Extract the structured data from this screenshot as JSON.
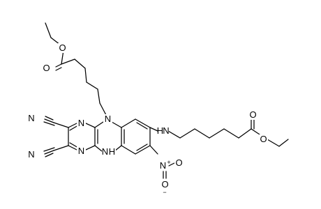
{
  "atoms": {
    "o_ester_top": "O",
    "o_carbonyl_top": "O",
    "n_pyrazine_a": "N",
    "n_pyrazine_b": "N",
    "n_ring_top": "N",
    "n_ring_bottom": "N",
    "h_ring_bottom": "H",
    "n_cn_top": "N",
    "n_cn_bottom": "N",
    "n_amine": "N",
    "h_amine": "H",
    "n_nitro": "N",
    "n_nitro_charge": "+",
    "o_nitro_right": "O",
    "o_nitro_bottom": "O",
    "o_nitro_charge": "−",
    "o_carbonyl_right": "O",
    "o_ester_right": "O"
  }
}
